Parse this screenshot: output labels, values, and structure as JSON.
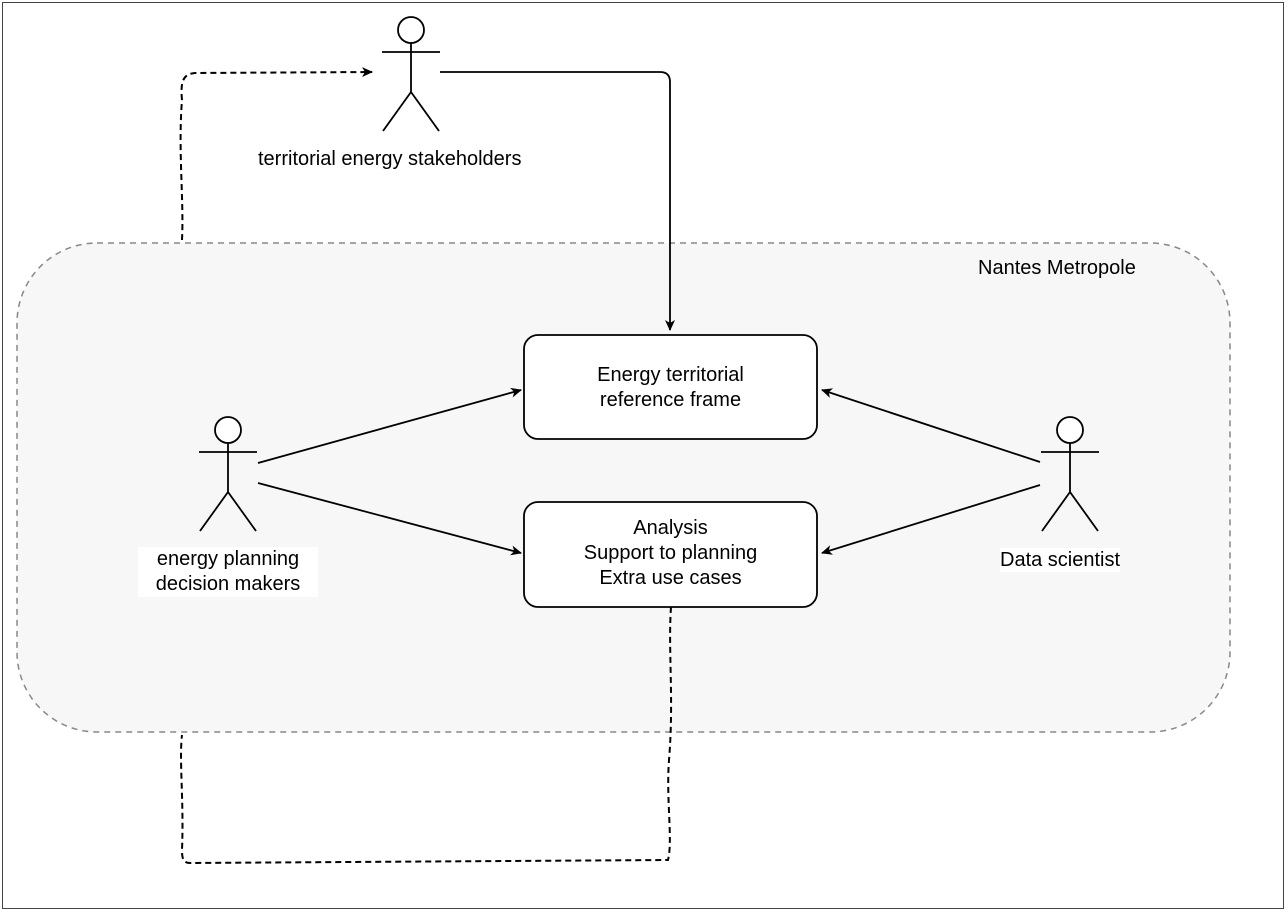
{
  "boundary": {
    "label": "Nantes Metropole"
  },
  "actors": {
    "stakeholders": {
      "label": "territorial energy stakeholders"
    },
    "decision_makers": {
      "line1": "energy planning",
      "line2": "decision makers"
    },
    "data_scientist": {
      "label": "Data scientist"
    }
  },
  "use_cases": {
    "reference_frame": {
      "line1": "Energy territorial",
      "line2": "reference frame"
    },
    "analysis": {
      "line1": "Analysis",
      "line2": "Support to planning",
      "line3": "Extra use cases"
    }
  },
  "colors": {
    "boundary_fill": "#f7f7f7",
    "boundary_stroke": "#888888",
    "line": "#000000"
  }
}
